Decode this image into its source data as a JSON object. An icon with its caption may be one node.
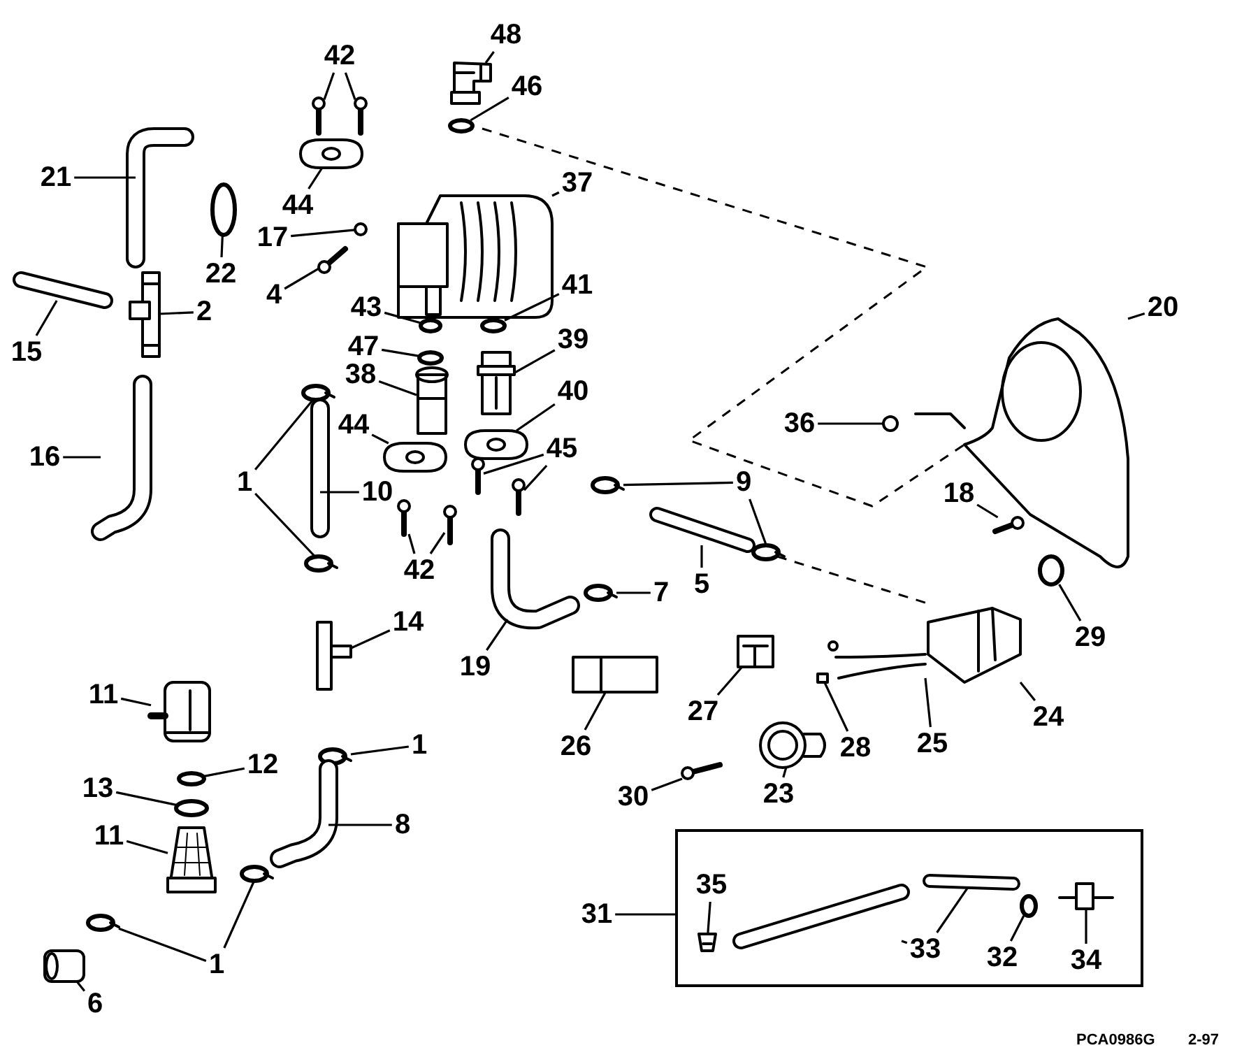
{
  "diagram": {
    "nodes": [
      {
        "text": [
          "42"
        ]
      },
      {
        "text": [
          "48"
        ]
      },
      {
        "text": [
          "46"
        ]
      },
      {
        "text": [
          "21"
        ]
      },
      {
        "text": [
          "22"
        ]
      },
      {
        "text": [
          "44"
        ]
      },
      {
        "text": [
          "37"
        ]
      },
      {
        "text": [
          "17"
        ]
      },
      {
        "text": [
          "4"
        ]
      },
      {
        "text": [
          "2"
        ]
      },
      {
        "text": [
          "15"
        ]
      },
      {
        "text": [
          "43"
        ]
      },
      {
        "text": [
          "41"
        ]
      },
      {
        "text": [
          "47"
        ]
      },
      {
        "text": [
          "39"
        ]
      },
      {
        "text": [
          "38"
        ]
      },
      {
        "text": [
          "40"
        ]
      },
      {
        "text": [
          "16"
        ]
      },
      {
        "text": [
          "44"
        ]
      },
      {
        "text": [
          "45"
        ]
      },
      {
        "text": [
          "1"
        ]
      },
      {
        "text": [
          "10"
        ]
      },
      {
        "text": [
          "9"
        ]
      },
      {
        "text": [
          "42"
        ]
      },
      {
        "text": [
          "36"
        ]
      },
      {
        "text": [
          "20"
        ]
      },
      {
        "text": [
          "18"
        ]
      },
      {
        "text": [
          "5"
        ]
      },
      {
        "text": [
          "7"
        ]
      },
      {
        "text": [
          "19"
        ]
      },
      {
        "text": [
          "14"
        ]
      },
      {
        "text": [
          "11"
        ]
      },
      {
        "text": [
          "12"
        ]
      },
      {
        "text": [
          "1"
        ]
      },
      {
        "text": [
          "13"
        ]
      },
      {
        "text": [
          "11"
        ]
      },
      {
        "text": [
          "8"
        ]
      },
      {
        "text": [
          "26"
        ]
      },
      {
        "text": [
          "27"
        ]
      },
      {
        "text": [
          "28"
        ]
      },
      {
        "text": [
          "25"
        ]
      },
      {
        "text": [
          "24"
        ]
      },
      {
        "text": [
          "29"
        ]
      },
      {
        "text": [
          "23"
        ]
      },
      {
        "text": [
          "30"
        ]
      },
      {
        "text": [
          "31"
        ]
      },
      {
        "text": [],
        "shape": "box"
      },
      {
        "text": [
          "35"
        ],
        "in": 46
      },
      {
        "text": [
          "33"
        ],
        "in": 46
      },
      {
        "text": [
          "32"
        ],
        "in": 46
      },
      {
        "text": [
          "34"
        ],
        "in": 46
      },
      {
        "text": [
          "6"
        ]
      },
      {
        "text": [
          "1"
        ]
      },
      {
        "text": [],
        "shape": "picture"
      },
      {
        "text": [],
        "shape": "picture"
      },
      {
        "text": [],
        "shape": "picture"
      },
      {
        "text": [],
        "shape": "circle"
      },
      {
        "text": [],
        "shape": "picture"
      },
      {
        "text": [],
        "shape": "circle"
      },
      {
        "text": [],
        "shape": "picture"
      },
      {
        "text": [],
        "shape": "picture"
      },
      {
        "text": [],
        "shape": "circle"
      },
      {
        "text": [],
        "shape": "picture"
      },
      {
        "text": [],
        "shape": "picture"
      },
      {
        "text": [],
        "shape": "picture"
      },
      {
        "text": [],
        "shape": "circle"
      },
      {
        "text": [],
        "shape": "circle"
      },
      {
        "text": [],
        "shape": "circle"
      },
      {
        "text": [],
        "shape": "picture"
      },
      {
        "text": [],
        "shape": "picture"
      },
      {
        "text": [],
        "shape": "picture"
      },
      {
        "text": [],
        "shape": "picture"
      },
      {
        "text": [],
        "shape": "picture"
      },
      {
        "text": [],
        "shape": "picture"
      },
      {
        "text": [],
        "shape": "picture"
      },
      {
        "text": [],
        "shape": "circle"
      },
      {
        "text": [],
        "shape": "circle"
      },
      {
        "text": [],
        "shape": "picture"
      },
      {
        "text": [],
        "shape": "circle"
      },
      {
        "text": [],
        "shape": "circle"
      },
      {
        "text": [],
        "shape": "picture"
      },
      {
        "text": [],
        "shape": "picture"
      },
      {
        "text": [],
        "shape": "circle"
      },
      {
        "text": [],
        "shape": "picture"
      },
      {
        "text": [],
        "shape": "picture"
      },
      {
        "text": [],
        "shape": "picture"
      },
      {
        "text": [],
        "shape": "circle"
      },
      {
        "text": [],
        "shape": "picture"
      },
      {
        "text": [],
        "shape": "picture"
      },
      {
        "text": [],
        "shape": "picture"
      },
      {
        "text": [],
        "shape": "circle"
      },
      {
        "text": [],
        "shape": "circle"
      },
      {
        "text": [],
        "shape": "circle"
      },
      {
        "text": [],
        "shape": "picture"
      },
      {
        "text": [],
        "shape": "picture"
      },
      {
        "text": [],
        "shape": "picture"
      },
      {
        "text": [],
        "shape": "picture"
      },
      {
        "text": [],
        "shape": "box"
      },
      {
        "text": [],
        "shape": "picture"
      },
      {
        "text": [],
        "shape": "picture"
      },
      {
        "text": [],
        "shape": "circle"
      },
      {
        "text": [],
        "shape": "picture"
      },
      {
        "text": [],
        "shape": "picture"
      },
      {
        "text": [],
        "shape": "picture",
        "in": 46
      },
      {
        "text": [],
        "shape": "picture",
        "in": 46
      },
      {
        "text": [],
        "shape": "picture",
        "in": 46
      },
      {
        "text": [],
        "shape": "circle",
        "in": 46
      },
      {
        "text": [],
        "shape": "picture",
        "in": 46
      },
      {
        "text": [],
        "shape": "picture"
      },
      {
        "text": [],
        "shape": "circle"
      },
      {
        "text": [],
        "shape": "circle"
      }
    ],
    "edges": [
      {
        "from": 0,
        "to": 53,
        "arrow": "none"
      },
      {
        "from": 0,
        "to": 54,
        "arrow": "none"
      },
      {
        "from": 1,
        "to": 55,
        "arrow": "none"
      },
      {
        "from": 2,
        "to": 56,
        "arrow": "none"
      },
      {
        "from": 3,
        "to": 57,
        "arrow": "none"
      },
      {
        "from": 4,
        "to": 58,
        "arrow": "none"
      },
      {
        "from": 5,
        "to": 59,
        "arrow": "none"
      },
      {
        "from": 6,
        "to": 60,
        "arrow": "none"
      },
      {
        "from": 7,
        "to": 61,
        "arrow": "none"
      },
      {
        "from": 8,
        "to": 62,
        "arrow": "none"
      },
      {
        "from": 9,
        "to": 63,
        "arrow": "none"
      },
      {
        "from": 10,
        "to": 64,
        "arrow": "none"
      },
      {
        "from": 11,
        "to": 65,
        "arrow": "none"
      },
      {
        "from": 12,
        "to": 66,
        "arrow": "none"
      },
      {
        "from": 13,
        "to": 67,
        "arrow": "none"
      },
      {
        "from": 14,
        "to": 68,
        "arrow": "none"
      },
      {
        "from": 15,
        "to": 69,
        "arrow": "none"
      },
      {
        "from": 16,
        "to": 70,
        "arrow": "none"
      },
      {
        "from": 17,
        "to": 71,
        "arrow": "none"
      },
      {
        "from": 18,
        "to": 72,
        "arrow": "none"
      },
      {
        "from": 19,
        "to": 73,
        "arrow": "none"
      },
      {
        "from": 19,
        "to": 74,
        "arrow": "none"
      },
      {
        "from": 20,
        "to": 75,
        "arrow": "none"
      },
      {
        "from": 20,
        "to": 76,
        "arrow": "none"
      },
      {
        "from": 21,
        "to": 77,
        "arrow": "none"
      },
      {
        "from": 22,
        "to": 78,
        "arrow": "none"
      },
      {
        "from": 22,
        "to": 79,
        "arrow": "none"
      },
      {
        "from": 23,
        "to": 80,
        "arrow": "none"
      },
      {
        "from": 23,
        "to": 81,
        "arrow": "none"
      },
      {
        "from": 24,
        "to": 82,
        "arrow": "none"
      },
      {
        "from": 25,
        "to": 83,
        "arrow": "none"
      },
      {
        "from": 26,
        "to": 84,
        "arrow": "none"
      },
      {
        "from": 27,
        "to": 85,
        "arrow": "none"
      },
      {
        "from": 28,
        "to": 86,
        "arrow": "none"
      },
      {
        "from": 29,
        "to": 87,
        "arrow": "none"
      },
      {
        "from": 30,
        "to": 88,
        "arrow": "none"
      },
      {
        "from": 31,
        "to": 89,
        "arrow": "none"
      },
      {
        "from": 32,
        "to": 90,
        "arrow": "none"
      },
      {
        "from": 33,
        "to": 91,
        "arrow": "none"
      },
      {
        "from": 34,
        "to": 92,
        "arrow": "none"
      },
      {
        "from": 35,
        "to": 93,
        "arrow": "none"
      },
      {
        "from": 36,
        "to": 94,
        "arrow": "none"
      },
      {
        "from": 37,
        "to": 95,
        "arrow": "none"
      },
      {
        "from": 38,
        "to": 96,
        "arrow": "none"
      },
      {
        "from": 39,
        "to": 97,
        "arrow": "none"
      },
      {
        "from": 40,
        "to": 98,
        "arrow": "none"
      },
      {
        "from": 41,
        "to": 99,
        "arrow": "none"
      },
      {
        "from": 42,
        "to": 100,
        "arrow": "none"
      },
      {
        "from": 43,
        "to": 101,
        "arrow": "none"
      },
      {
        "from": 44,
        "to": 102,
        "arrow": "none"
      },
      {
        "from": 45,
        "to": 46,
        "arrow": "none"
      },
      {
        "from": 47,
        "to": 103,
        "arrow": "none"
      },
      {
        "from": 48,
        "to": 104,
        "arrow": "none"
      },
      {
        "from": 48,
        "to": 105,
        "arrow": "none"
      },
      {
        "from": 49,
        "to": 106,
        "arrow": "none"
      },
      {
        "from": 50,
        "to": 107,
        "arrow": "none"
      },
      {
        "from": 51,
        "to": 108,
        "arrow": "none"
      },
      {
        "from": 52,
        "to": 109,
        "arrow": "none"
      },
      {
        "from": 52,
        "to": 110,
        "arrow": "none"
      }
    ],
    "labels": [
      "PCA0986G",
      "2-97"
    ]
  }
}
